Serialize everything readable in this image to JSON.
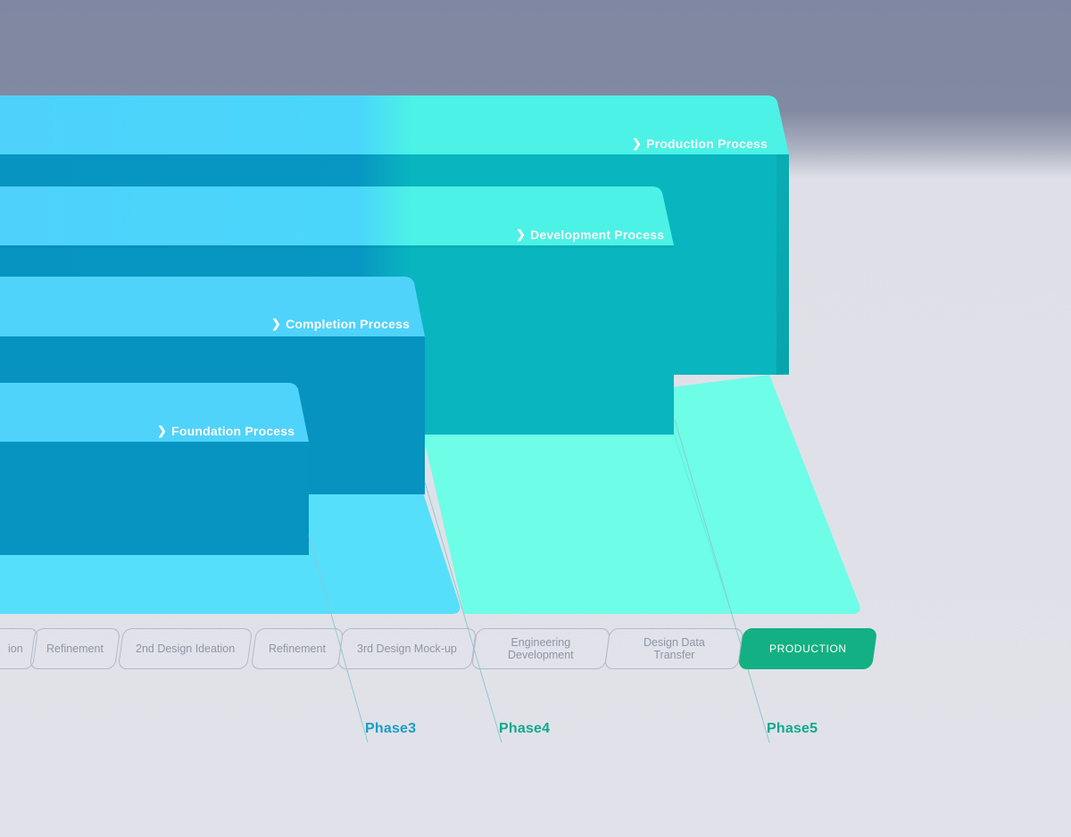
{
  "stages": [
    {
      "label": "Production Process"
    },
    {
      "label": "Development Process"
    },
    {
      "label": "Completion Process"
    },
    {
      "label": "Foundation Process"
    }
  ],
  "steps": [
    {
      "label": "ion"
    },
    {
      "label": "Refinement"
    },
    {
      "label": "2nd Design Ideation"
    },
    {
      "label": "Refinement"
    },
    {
      "label": "3rd Design Mock-up"
    },
    {
      "label": "Engineering\nDevelopment"
    },
    {
      "label": "Design Data\nTransfer"
    },
    {
      "label": "PRODUCTION"
    }
  ],
  "phases": [
    {
      "label": "Phase3"
    },
    {
      "label": "Phase4"
    },
    {
      "label": "Phase5"
    }
  ],
  "colors": {
    "blue_top": "#4fd3fb",
    "blue_front": "#0796c1",
    "mint_top": "#4cf2e6",
    "teal_front": "#09b2bd",
    "blue_floor": "#55dffb",
    "mint_floor": "#6efde7",
    "production_green": "#13b083",
    "phase_blue": "#1a9cc7",
    "phase_green": "#0fa98e"
  }
}
